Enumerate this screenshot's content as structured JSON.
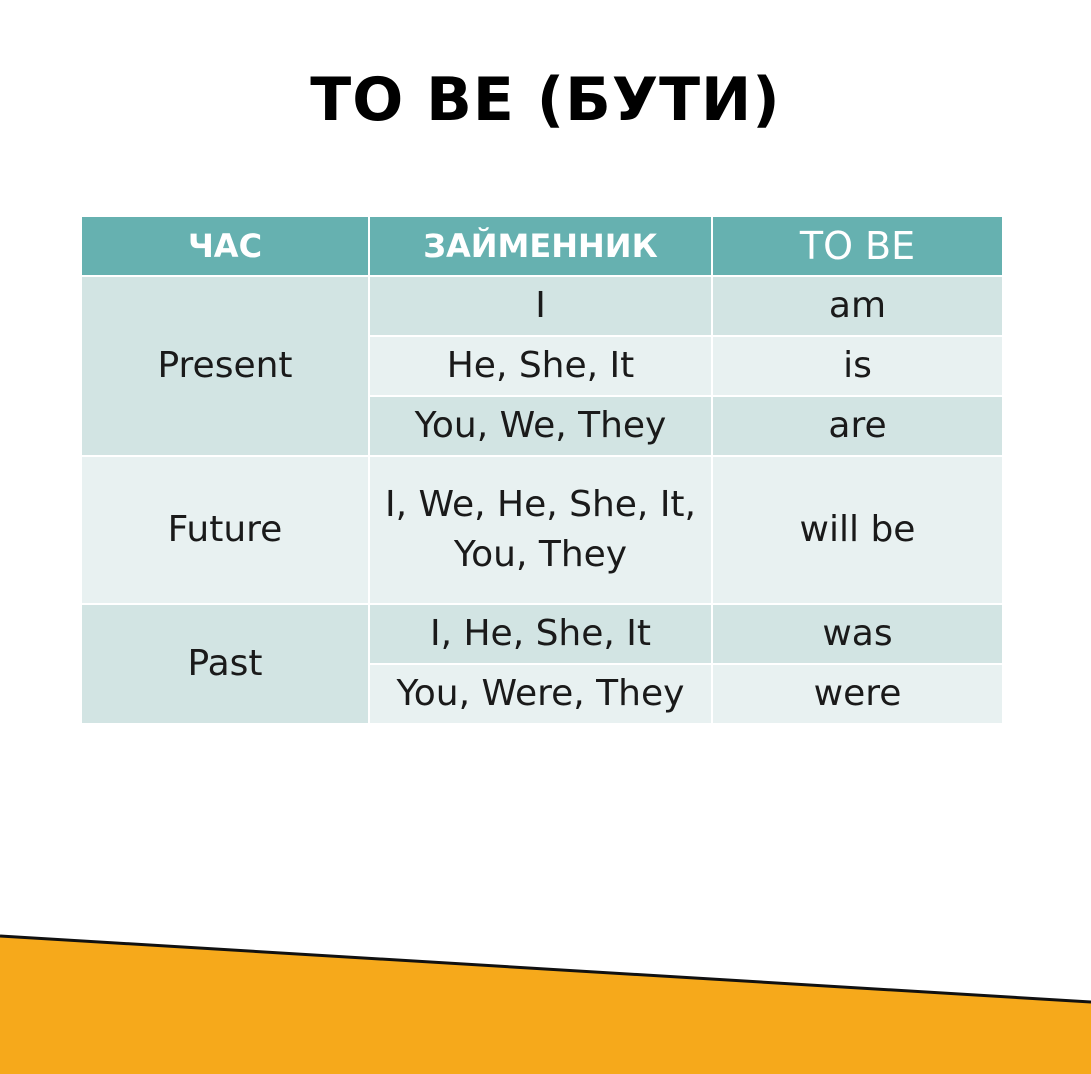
{
  "title": "TO BE (БУТИ)",
  "colors": {
    "header_bg": "#66b1b0",
    "cell_dark": "#d2e4e3",
    "cell_light": "#e8f1f1",
    "banner": "#f6a91b"
  },
  "table": {
    "headers": [
      "ЧАС",
      "ЗАЙМЕННИК",
      "TO BE"
    ],
    "groups": [
      {
        "tense": "Present",
        "rows": [
          {
            "pronoun": "I",
            "form": "am"
          },
          {
            "pronoun": "He, She, It",
            "form": "is"
          },
          {
            "pronoun": "You, We, They",
            "form": "are"
          }
        ]
      },
      {
        "tense": "Future",
        "rows": [
          {
            "pronoun": "I, We, He, She, It, You, They",
            "form": "will be"
          }
        ]
      },
      {
        "tense": "Past",
        "rows": [
          {
            "pronoun": "I, He, She, It",
            "form": "was"
          },
          {
            "pronoun": "You, Were, They",
            "form": "were"
          }
        ]
      }
    ]
  }
}
